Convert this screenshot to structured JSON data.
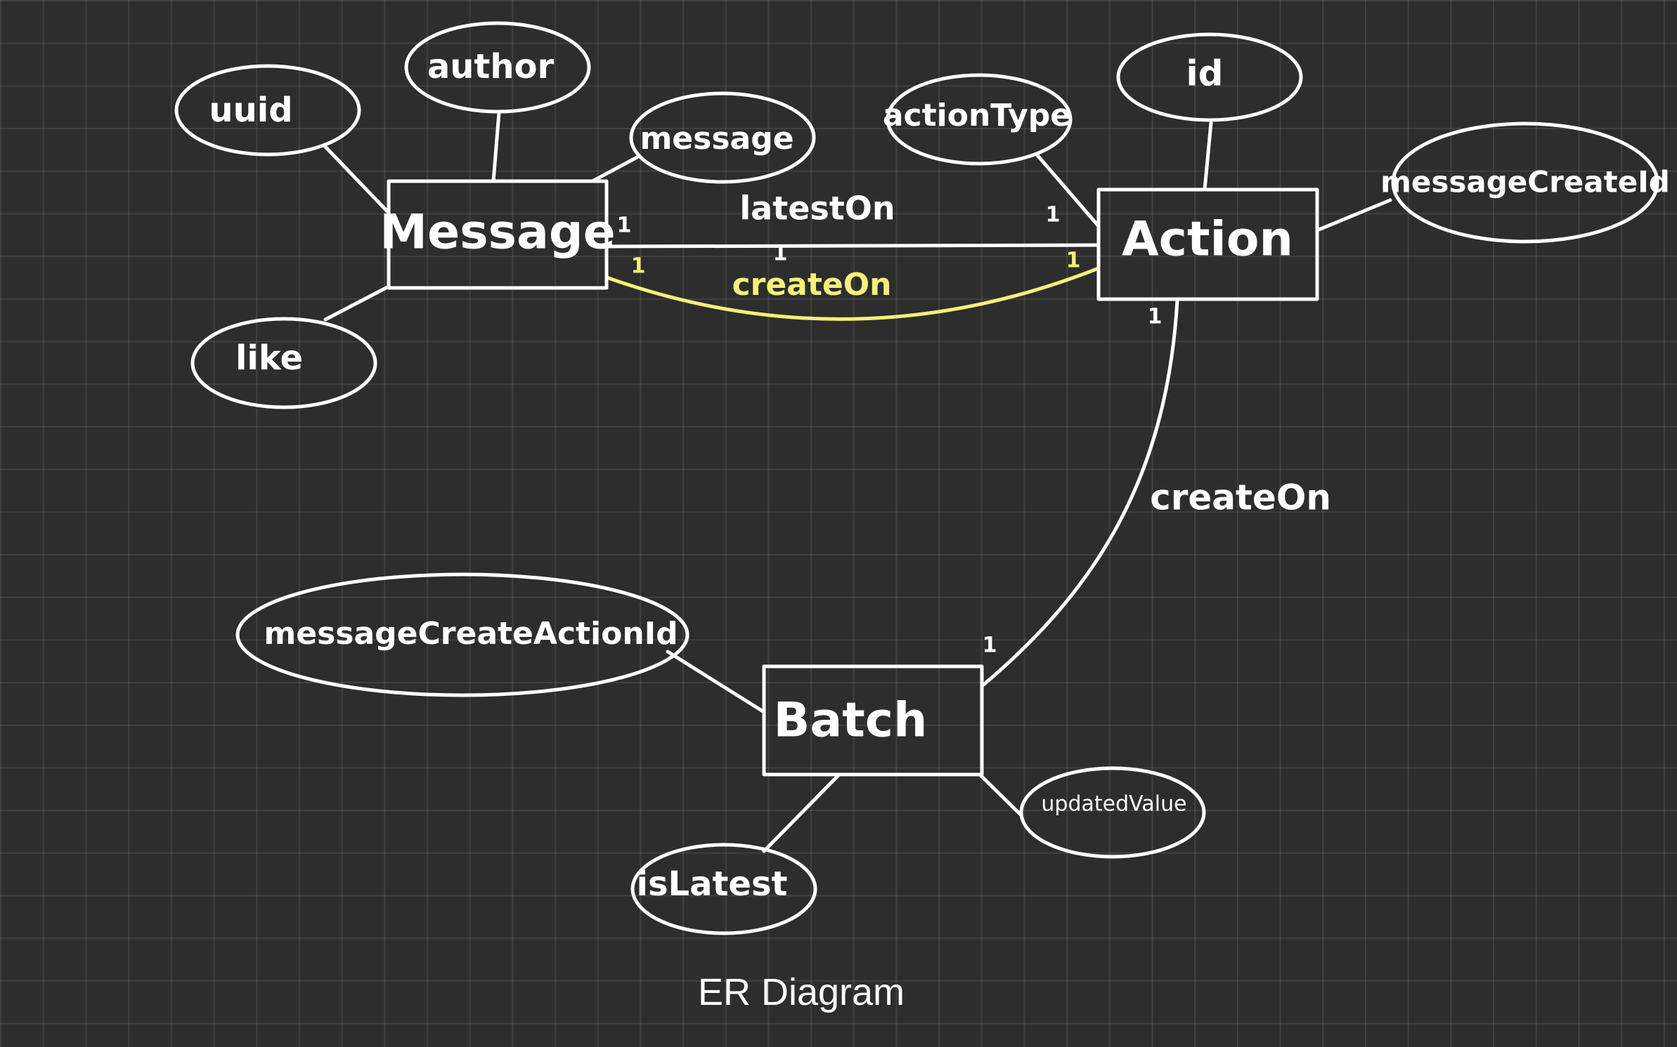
{
  "caption": "ER Diagram",
  "colors": {
    "background": "#2d2d2d",
    "stroke": "#ffffff",
    "highlight": "#f5f07a"
  },
  "entities": {
    "message": "Message",
    "action": "Action",
    "batch": "Batch"
  },
  "attributes": {
    "uuid": "uuid",
    "author": "author",
    "message": "message",
    "like": "like",
    "action_type": "actionType",
    "id": "id",
    "message_create_id": "messageCreateId",
    "message_create_action_id": "messageCreateActionId",
    "updated_value": "updatedValue",
    "is_latest": "isLatest"
  },
  "relationships": {
    "latest_on": "latestOn",
    "create_on_message_action": "createOn",
    "create_on_action_batch": "createOn"
  },
  "cardinality": "1"
}
